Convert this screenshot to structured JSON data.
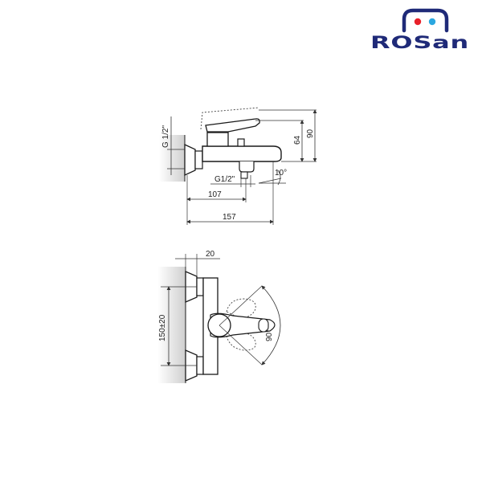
{
  "brand": {
    "name": "ROSan",
    "color_primary": "#1f2a78",
    "dot_red": "#e8202a",
    "dot_blue": "#2aa7e0"
  },
  "side_view": {
    "inlet_thread": "G 1/2\"",
    "outlet_thread": "G1/2\"",
    "dim_64": "64",
    "dim_90": "90",
    "dim_107": "107",
    "dim_157": "157",
    "angle_10": "10°"
  },
  "top_view": {
    "dim_20": "20",
    "dim_150": "150±20",
    "angle_90": "90°"
  },
  "colors": {
    "line": "#1a1a1a",
    "dim_line": "#333333",
    "wall_shade": "#d9d9d9"
  }
}
